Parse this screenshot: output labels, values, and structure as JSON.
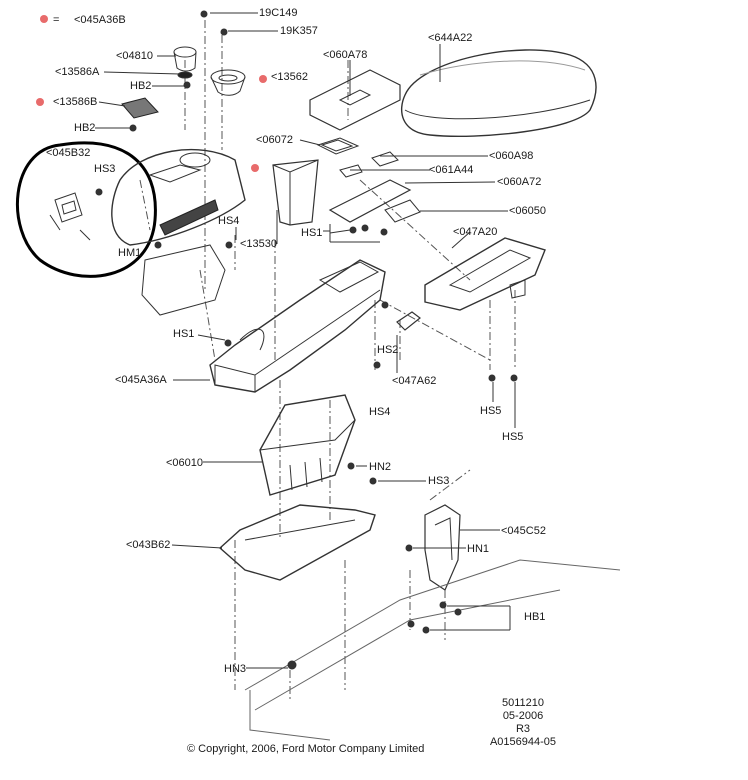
{
  "legend": {
    "symbol": "=",
    "ref": "<045A36B"
  },
  "labels": {
    "c19C149": "19C149",
    "c19K357": "19K357",
    "c04810": "<04810",
    "c13586A": "<13586A",
    "hb2a": "HB2",
    "c13562": "<13562",
    "c060A78": "<060A78",
    "c644A22": "<644A22",
    "c13586B": "<13586B",
    "hb2b": "HB2",
    "c06072": "<06072",
    "c045B32": "<045B32",
    "hs3a": "HS3",
    "c060A98": "<060A98",
    "c061A44": "<061A44",
    "c060A72": "<060A72",
    "c06050": "<06050",
    "hs4a": "HS4",
    "hm1": "HM1",
    "c13530": "<13530",
    "hs1a": "HS1",
    "c047A20": "<047A20",
    "hs1b": "HS1",
    "hs2": "HS2",
    "c045A36A": "<045A36A",
    "c047A62": "<047A62",
    "hs4b": "HS4",
    "hs5a": "HS5",
    "hs5b": "HS5",
    "c06010": "<06010",
    "hn2": "HN2",
    "hs3b": "HS3",
    "c045C52": "<045C52",
    "c043B62": "<043B62",
    "hn1": "HN1",
    "hb1": "HB1",
    "hn3": "HN3"
  },
  "meta": {
    "line1": "5011210",
    "line2": "05-2006",
    "line3": "R3",
    "line4": "A0156944-05",
    "copyright": "© Copyright, 2006, Ford Motor Company Limited"
  },
  "colors": {
    "marker": "#e86b6b",
    "ink": "#1a1a1a",
    "circle": "#000000"
  }
}
